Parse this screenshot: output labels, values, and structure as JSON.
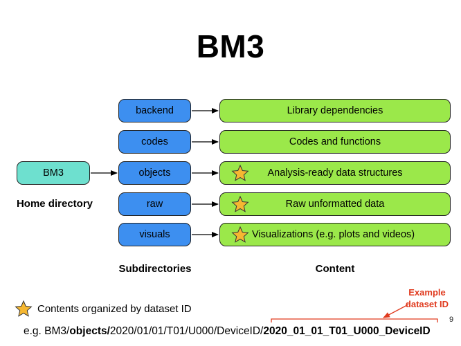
{
  "title": "BM3",
  "home": {
    "box_label": "BM3",
    "caption": "Home directory"
  },
  "subdirectories": {
    "caption": "Subdirectories",
    "items": [
      {
        "label": "backend"
      },
      {
        "label": "codes"
      },
      {
        "label": "objects"
      },
      {
        "label": "raw"
      },
      {
        "label": "visuals"
      }
    ]
  },
  "content": {
    "caption": "Content",
    "items": [
      {
        "label": "Library dependencies",
        "starred": false
      },
      {
        "label": "Codes and functions",
        "starred": false
      },
      {
        "label": "Analysis-ready data structures",
        "starred": true
      },
      {
        "label": "Raw unformatted data",
        "starred": true
      },
      {
        "label": "Visualizations (e.g. plots and videos)",
        "starred": true
      }
    ]
  },
  "legend": {
    "text": "Contents organized by dataset ID"
  },
  "example": {
    "prefix": "e.g. BM3/",
    "objects_part": "objects/",
    "middle": "2020/01/01/T01/U000/DeviceID/",
    "dataset_id": "2020_01_01_T01_U000_DeviceID",
    "annotation_line1": "Example",
    "annotation_line2": "dataset ID"
  },
  "page_number": "9",
  "colors": {
    "home_box": "#6ee0cf",
    "subdir_box": "#3d8ff0",
    "content_box": "#9be84a",
    "star_fill": "#f5b731",
    "annotation": "#e03a1e"
  }
}
